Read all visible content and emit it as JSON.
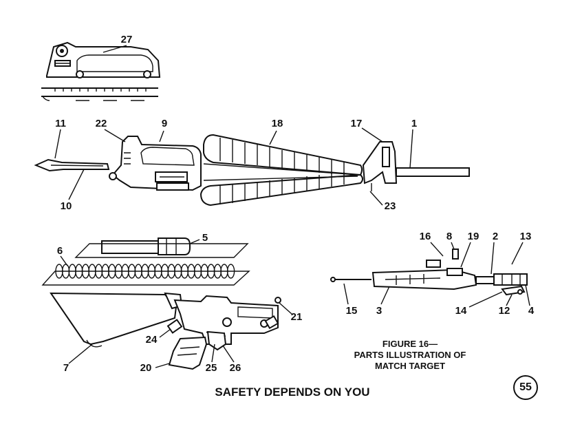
{
  "diagram": {
    "callouts": [
      "27",
      "11",
      "22",
      "9",
      "18",
      "17",
      "1",
      "10",
      "23",
      "5",
      "6",
      "16",
      "8",
      "19",
      "2",
      "13",
      "15",
      "3",
      "14",
      "12",
      "4",
      "21",
      "24",
      "7",
      "20",
      "25",
      "26"
    ]
  },
  "caption": {
    "line1": "FIGURE 16—",
    "line2": "PARTS ILLUSTRATION OF",
    "line3": "MATCH TARGET"
  },
  "footer": {
    "text": "SAFETY DEPENDS ON YOU"
  },
  "page_number": "55"
}
